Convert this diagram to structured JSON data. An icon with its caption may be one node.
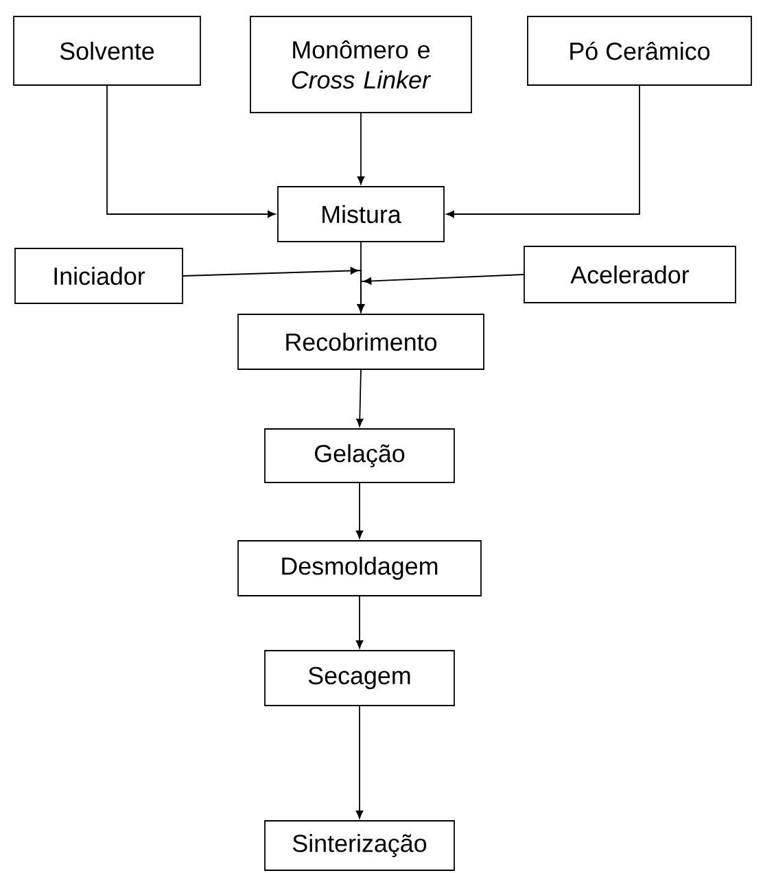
{
  "diagram": {
    "nodes": [
      {
        "text": [
          "Solvente"
        ]
      },
      {
        "text": [
          "Monômero e *Cross Linker*"
        ]
      },
      {
        "text": [
          "Pó Cerâmico"
        ]
      },
      {
        "text": [
          "Mistura"
        ]
      },
      {
        "text": [
          "Iniciador"
        ]
      },
      {
        "text": [
          "Acelerador"
        ]
      },
      {
        "text": [
          "Recobrimento"
        ]
      },
      {
        "text": [
          "Gelação"
        ]
      },
      {
        "text": [
          "Desmoldagem"
        ]
      },
      {
        "text": [
          "Secagem"
        ]
      },
      {
        "text": [
          "Sinterização"
        ]
      }
    ],
    "edges": [
      {
        "from": 0,
        "to": 3,
        "arrow": "to"
      },
      {
        "from": 1,
        "to": 3,
        "arrow": "to"
      },
      {
        "from": 2,
        "to": 3,
        "arrow": "to"
      },
      {
        "from": 3,
        "to": 6,
        "arrow": "to"
      },
      {
        "from": 4,
        "to": 6,
        "arrow": "to"
      },
      {
        "from": 5,
        "to": 6,
        "arrow": "to"
      },
      {
        "from": 6,
        "to": 7,
        "arrow": "to"
      },
      {
        "from": 7,
        "to": 8,
        "arrow": "to"
      },
      {
        "from": 8,
        "to": 9,
        "arrow": "to"
      },
      {
        "from": 9,
        "to": 10,
        "arrow": "to"
      }
    ]
  }
}
